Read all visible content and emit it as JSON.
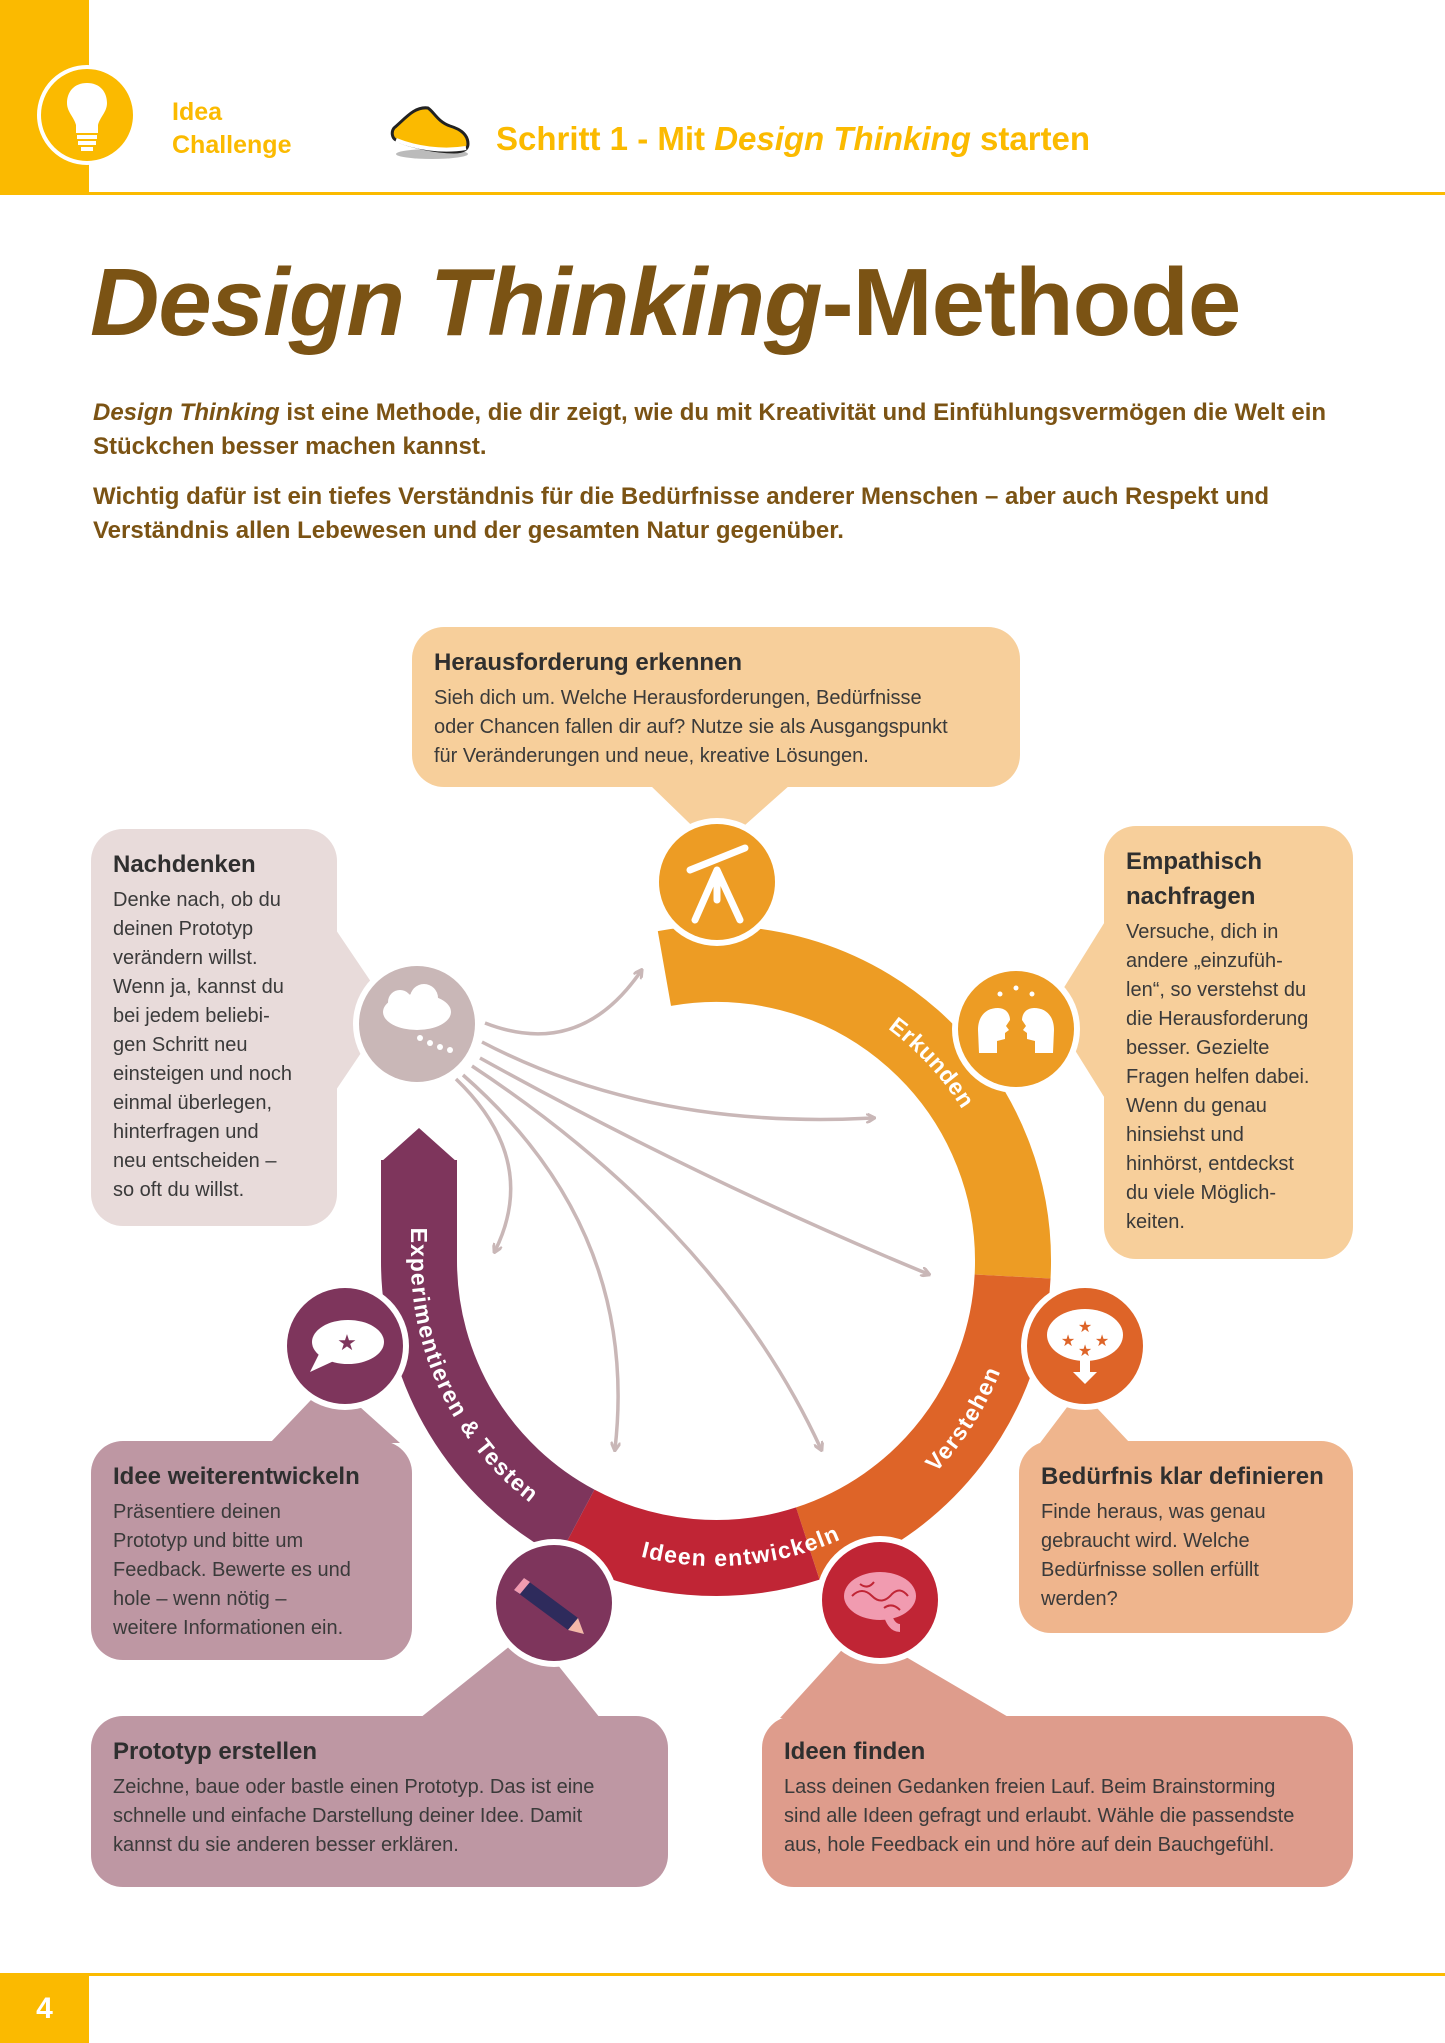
{
  "header": {
    "brand": "Idea\nChallenge",
    "step_prefix": "Schritt 1 - Mit ",
    "step_italic": "Design Thinking",
    "step_suffix": " starten"
  },
  "title": {
    "italic": "Design Thinking",
    "rest": "-Methode"
  },
  "intro": {
    "p1_italic": "Design Thinking",
    "p1_rest": " ist eine Methode, die dir zeigt, wie du mit Kreativität und Einfühlungsvermögen die Welt ein Stückchen besser machen kannst.",
    "p2": "Wichtig dafür ist ein tiefes Verständnis für die Bedürfnisse anderer Menschen – aber auch Respekt und Verständnis allen Lebewesen und der gesamten Natur gegenüber."
  },
  "cycle": {
    "phases": [
      "Erkunden",
      "Verstehen",
      "Ideen entwickeln",
      "Experimentieren & Testen"
    ],
    "colors": {
      "orange": "#ED9C24",
      "orange_red": "#DE6428",
      "red": "#C02535",
      "purple": "#7E355C",
      "grey": "#C9B7B7"
    }
  },
  "boxes": {
    "challenge": {
      "title": "Herausforderung erkennen",
      "text": "Sieh dich um. Welche Herausforderungen, Bedürfnisse\noder Chancen fallen dir auf? Nutze sie als Ausgangspunkt\nfür Veränderungen und neue, kreative Lösungen."
    },
    "reflect": {
      "title": "Nachdenken",
      "text": "Denke nach, ob du\ndeinen Prototyp\nverändern willst.\nWenn ja, kannst du\nbei jedem beliebi-\ngen Schritt neu\neinsteigen und noch\neinmal überlegen,\nhinterfragen und\nneu entscheiden –\nso oft du willst."
    },
    "empathy": {
      "title": "Empathisch\nnachfragen",
      "text": "Versuche, dich in\nandere „einzufüh-\nlen“, so verstehst du\ndie Herausforderung\nbesser. Gezielte\nFragen helfen dabei.\nWenn du genau\nhinsiehst und\nhinhörst, entdeckst\ndu viele Möglich-\nkeiten."
    },
    "define": {
      "title": "Bedürfnis klar definieren",
      "text": "Finde heraus, was genau\ngebraucht wird. Welche\nBedürfnisse sollen erfüllt\nwerden?"
    },
    "ideas": {
      "title": "Ideen finden",
      "text": "Lass deinen Gedanken freien Lauf. Beim Brainstorming\nsind alle Ideen gefragt und erlaubt. Wähle die passendste\naus, hole Feedback ein und höre auf dein Bauchgefühl."
    },
    "prototype": {
      "title": "Prototyp erstellen",
      "text": "Zeichne, baue oder bastle einen Prototyp. Das ist eine\nschnelle und einfache Darstellung deiner Idee. Damit\nkannst du sie anderen besser erklären."
    },
    "develop": {
      "title": "Idee weiterentwickeln",
      "text": "Präsentiere deinen\nPrototyp und bitte um\nFeedback. Bewerte es und\nhole – wenn nötig –\nweitere Informationen ein."
    }
  },
  "footer": {
    "page": "4"
  }
}
